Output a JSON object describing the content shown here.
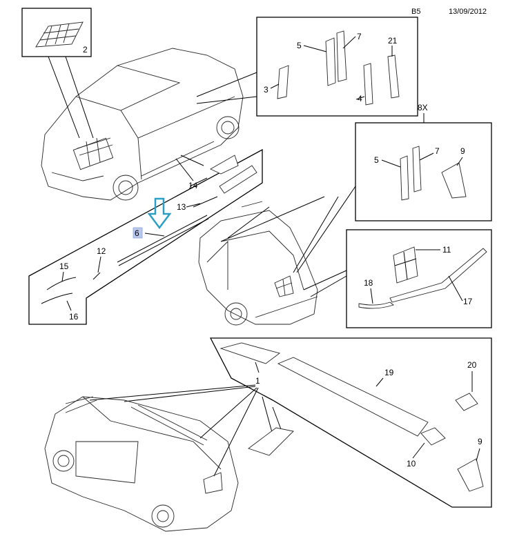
{
  "header": {
    "sheet": "B5",
    "date": "13/09/2012"
  },
  "accent_color": "#2a9fc0",
  "highlight_color": "#b9c8ec",
  "callouts": {
    "c2": "2",
    "c3": "3",
    "c4": "4",
    "c5a": "5",
    "c7a": "7",
    "c21": "21",
    "c8x": "8X",
    "c5b": "5",
    "c7b": "7",
    "c9a": "9",
    "c11": "11",
    "c18": "18",
    "c17": "17",
    "c14": "14",
    "c13": "13",
    "c6": "6",
    "c12": "12",
    "c15": "15",
    "c16": "16",
    "c1": "1",
    "c19": "19",
    "c20": "20",
    "c10": "10",
    "c9b": "9"
  }
}
